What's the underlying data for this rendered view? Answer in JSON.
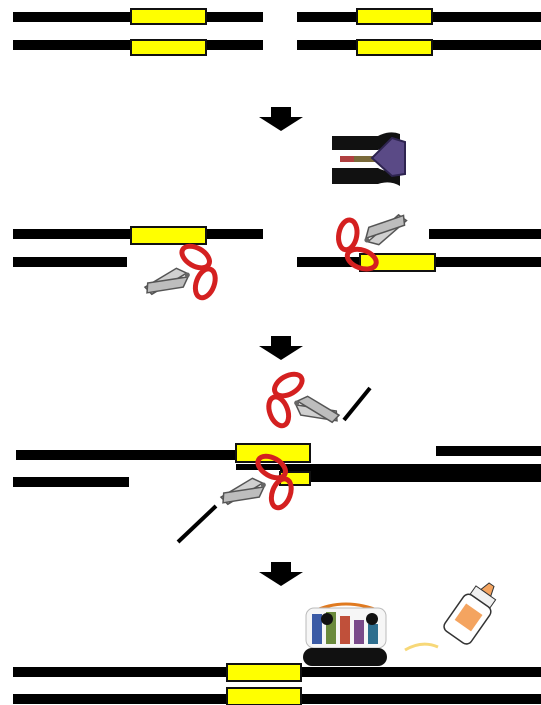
{
  "diagram": {
    "kind": "DNA editing process illustration",
    "stages": [
      {
        "step": 1,
        "content": [
          "dna-strand-pair-left",
          "dna-strand-pair-right"
        ]
      },
      {
        "step": 2,
        "content": [
          "dna-pair-cut-left",
          "dna-pair-cut-right",
          "dna-polymerase-icon",
          "scissors-icon",
          "scissors-icon"
        ]
      },
      {
        "step": 3,
        "content": [
          "dna-strand-exchange",
          "scissors-icon",
          "scissors-icon"
        ]
      },
      {
        "step": 4,
        "content": [
          "dna-pair-joined",
          "ligase-icon",
          "glue-bottle-icon"
        ]
      }
    ],
    "arrows": 3,
    "colors": {
      "strand": "#000000",
      "segment": "#ffff00",
      "segment_outline": "#111111",
      "scissor_handle": "#d42020",
      "scissor_blade": "#c8c8c8",
      "enzyme": "#5a4a86",
      "glue": "#f4a460"
    }
  }
}
